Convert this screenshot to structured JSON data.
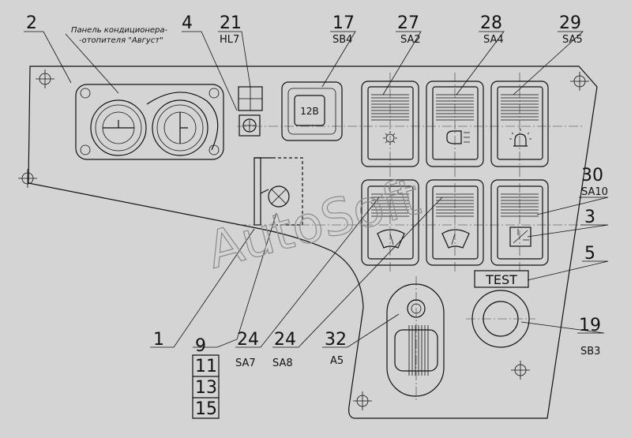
{
  "callouts": [
    {
      "id": "c2",
      "number": "2"
    },
    {
      "id": "c4",
      "number": "4"
    },
    {
      "id": "c21",
      "number": "21",
      "code": "HL7"
    },
    {
      "id": "c17",
      "number": "17",
      "code": "SB4"
    },
    {
      "id": "c27",
      "number": "27",
      "code": "SA2"
    },
    {
      "id": "c28",
      "number": "28",
      "code": "SA4"
    },
    {
      "id": "c29",
      "number": "29",
      "code": "SA5"
    },
    {
      "id": "c30",
      "number": "30",
      "code": "SA10"
    },
    {
      "id": "c3",
      "number": "3"
    },
    {
      "id": "c5",
      "number": "5"
    },
    {
      "id": "c19",
      "number": "19",
      "code": "SB3"
    },
    {
      "id": "c32",
      "number": "32",
      "code": "A5"
    },
    {
      "id": "c24a",
      "number": "24",
      "code": "SA7"
    },
    {
      "id": "c24b",
      "number": "24",
      "code": "SA8"
    },
    {
      "id": "c1",
      "number": "1"
    }
  ],
  "stack_numbers": [
    "9",
    "11",
    "13",
    "15"
  ],
  "panel_caption": {
    "line1": "Панель кондиционера-",
    "line2": "-отопителя \"Август\""
  },
  "button_17_label": "12В",
  "test_label": "TEST",
  "watermark": "AutoSoft",
  "colors": {
    "background": "#d4d4d4",
    "line": "#111111",
    "watermark": "#8a8a8a"
  }
}
